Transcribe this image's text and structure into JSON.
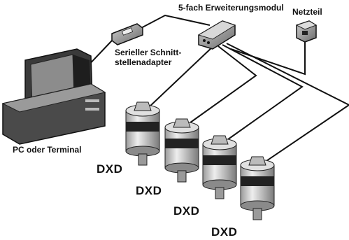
{
  "labels": {
    "module": "5-fach Erweiterungsmodul",
    "power": "Netzteil",
    "adapter_line1": "Serieller Schnitt-",
    "adapter_line2": "stellenadapter",
    "pc": "PC oder Terminal"
  },
  "devices": [
    {
      "label": "DXD"
    },
    {
      "label": "DXD"
    },
    {
      "label": "DXD"
    },
    {
      "label": "DXD"
    }
  ]
}
